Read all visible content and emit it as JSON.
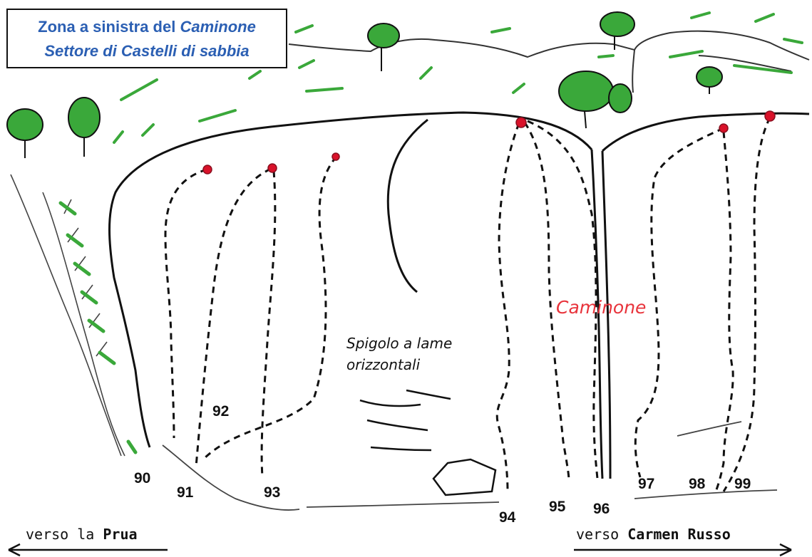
{
  "title": {
    "line1_prefix": "Zona a sinistra del ",
    "line1_emph": "Caminone",
    "line2": "Settore di Castelli di sabbia"
  },
  "annotations": {
    "caminone": "Caminone",
    "spigolo_line1": "Spigolo a lame",
    "spigolo_line2": "orizzontali"
  },
  "routes": [
    "90",
    "91",
    "92",
    "93",
    "94",
    "95",
    "96",
    "97",
    "98",
    "99"
  ],
  "directions": {
    "left_prefix": "verso la ",
    "left_name": "Prua",
    "right_prefix": "verso ",
    "right_name": "Carmen Russo"
  },
  "colors": {
    "title": "#2b5fb3",
    "anchor": "#d9122a",
    "caminone": "#e8333b",
    "vegetation": "#3aa83a"
  }
}
